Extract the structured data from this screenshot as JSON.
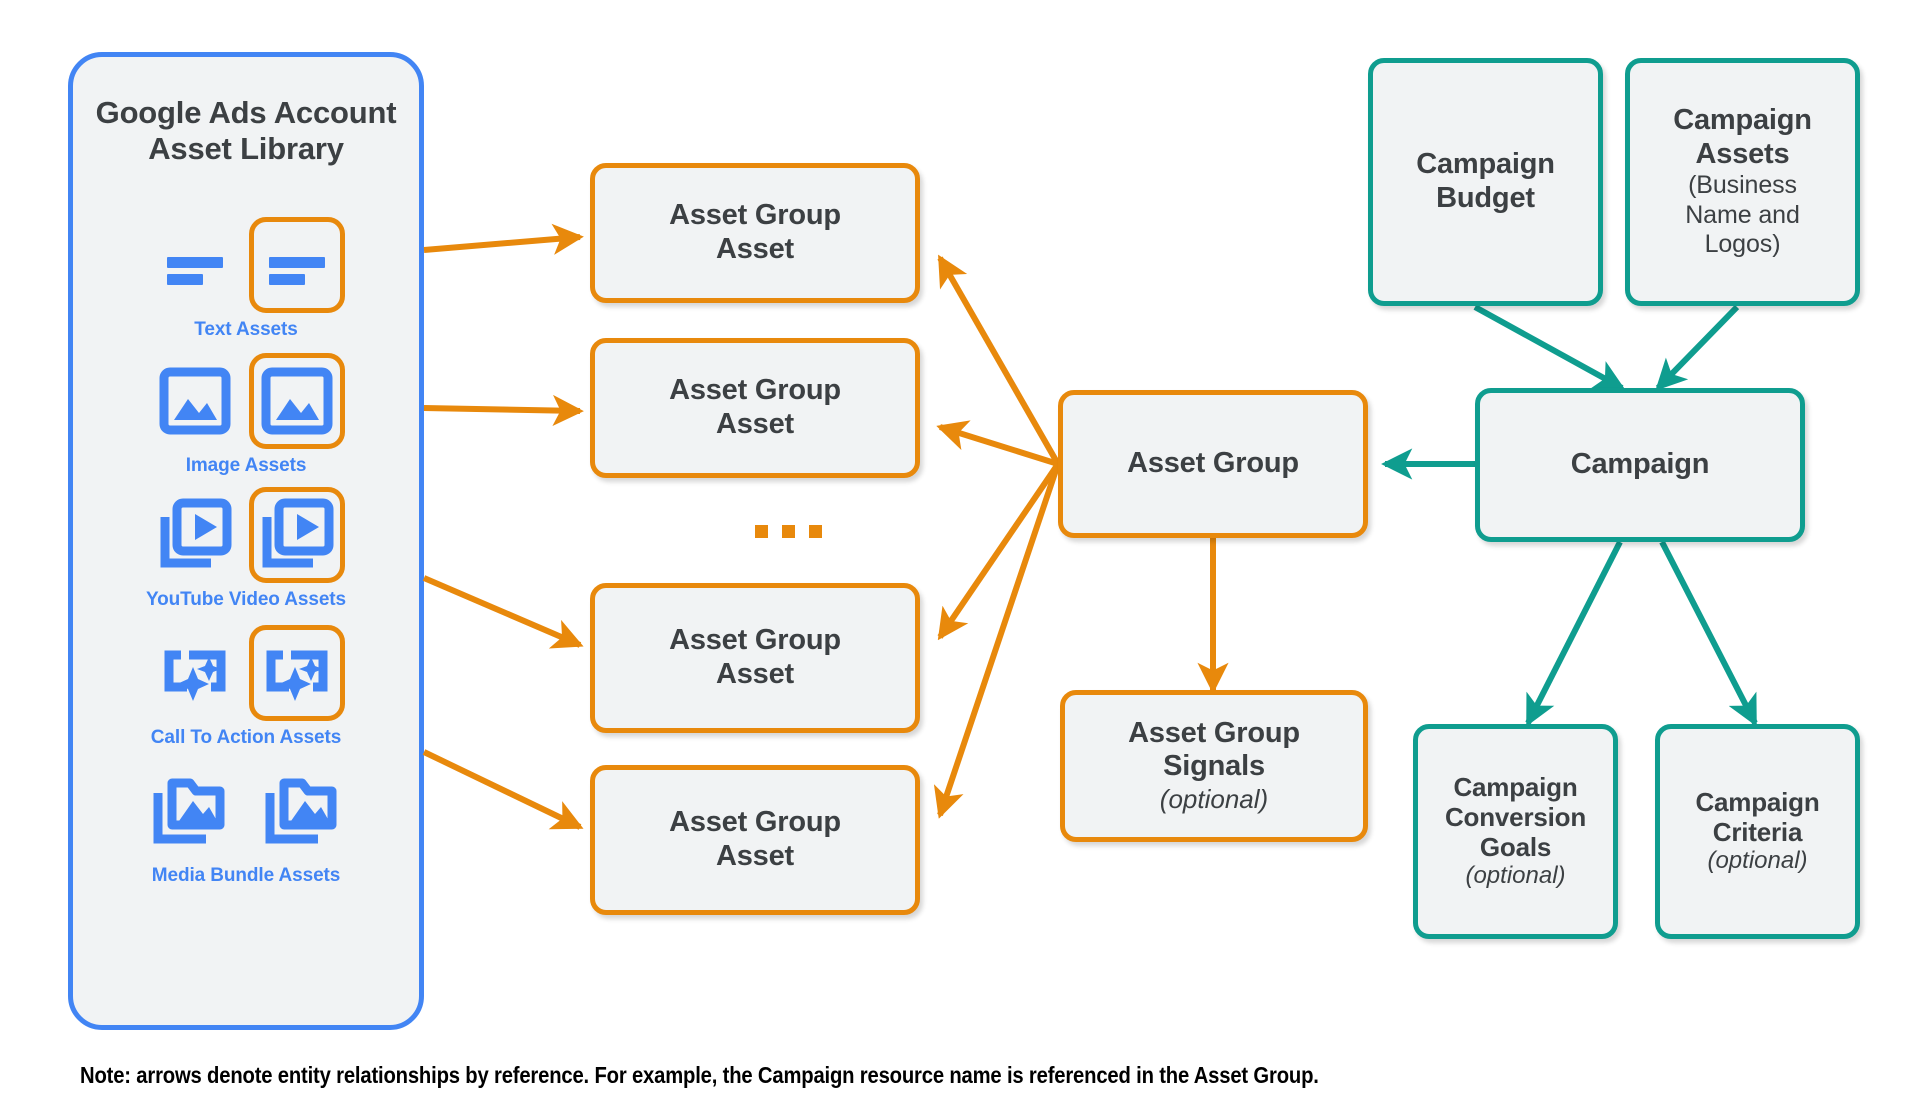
{
  "colors": {
    "blue": "#4285f4",
    "orange": "#e8890c",
    "teal": "#0f9d8f",
    "box_fill": "#f1f3f4",
    "text": "#3c4043"
  },
  "library": {
    "title_line1": "Google Ads Account",
    "title_line2": "Asset Library",
    "rows": [
      {
        "label": "Text Assets",
        "icon": "text-lines-icon",
        "highlighted": true
      },
      {
        "label": "Image Assets",
        "icon": "image-picture-icon",
        "highlighted": true
      },
      {
        "label": "YouTube Video  Assets",
        "icon": "video-play-stack-icon",
        "highlighted": true
      },
      {
        "label": "Call To Action Assets",
        "icon": "call-to-action-sparkle-icon",
        "highlighted": true
      },
      {
        "label": "Media Bundle  Assets",
        "icon": "media-bundle-folder-icon",
        "highlighted": false
      }
    ]
  },
  "asset_group_assets": [
    {
      "line1": "Asset Group",
      "line2": "Asset"
    },
    {
      "line1": "Asset Group",
      "line2": "Asset"
    },
    {
      "line1": "Asset Group",
      "line2": "Asset"
    },
    {
      "line1": "Asset Group",
      "line2": "Asset"
    }
  ],
  "ellipsis": "...",
  "asset_group": {
    "label": "Asset Group"
  },
  "asset_group_signals": {
    "line1": "Asset Group",
    "line2": "Signals",
    "optional": "(optional)"
  },
  "campaign_budget": {
    "line1": "Campaign",
    "line2": "Budget"
  },
  "campaign_assets": {
    "line1": "Campaign",
    "line2": "Assets",
    "sub1": "(Business",
    "sub2": "Name and",
    "sub3": "Logos)"
  },
  "campaign": {
    "label": "Campaign"
  },
  "campaign_conversion_goals": {
    "line1": "Campaign",
    "line2": "Conversion",
    "line3": "Goals",
    "optional": "(optional)"
  },
  "campaign_criteria": {
    "line1": "Campaign",
    "line2": "Criteria",
    "optional": "(optional)"
  },
  "footnote": "Note: arrows denote entity relationships by reference. For example, the Campaign resource name is referenced in the Asset Group."
}
